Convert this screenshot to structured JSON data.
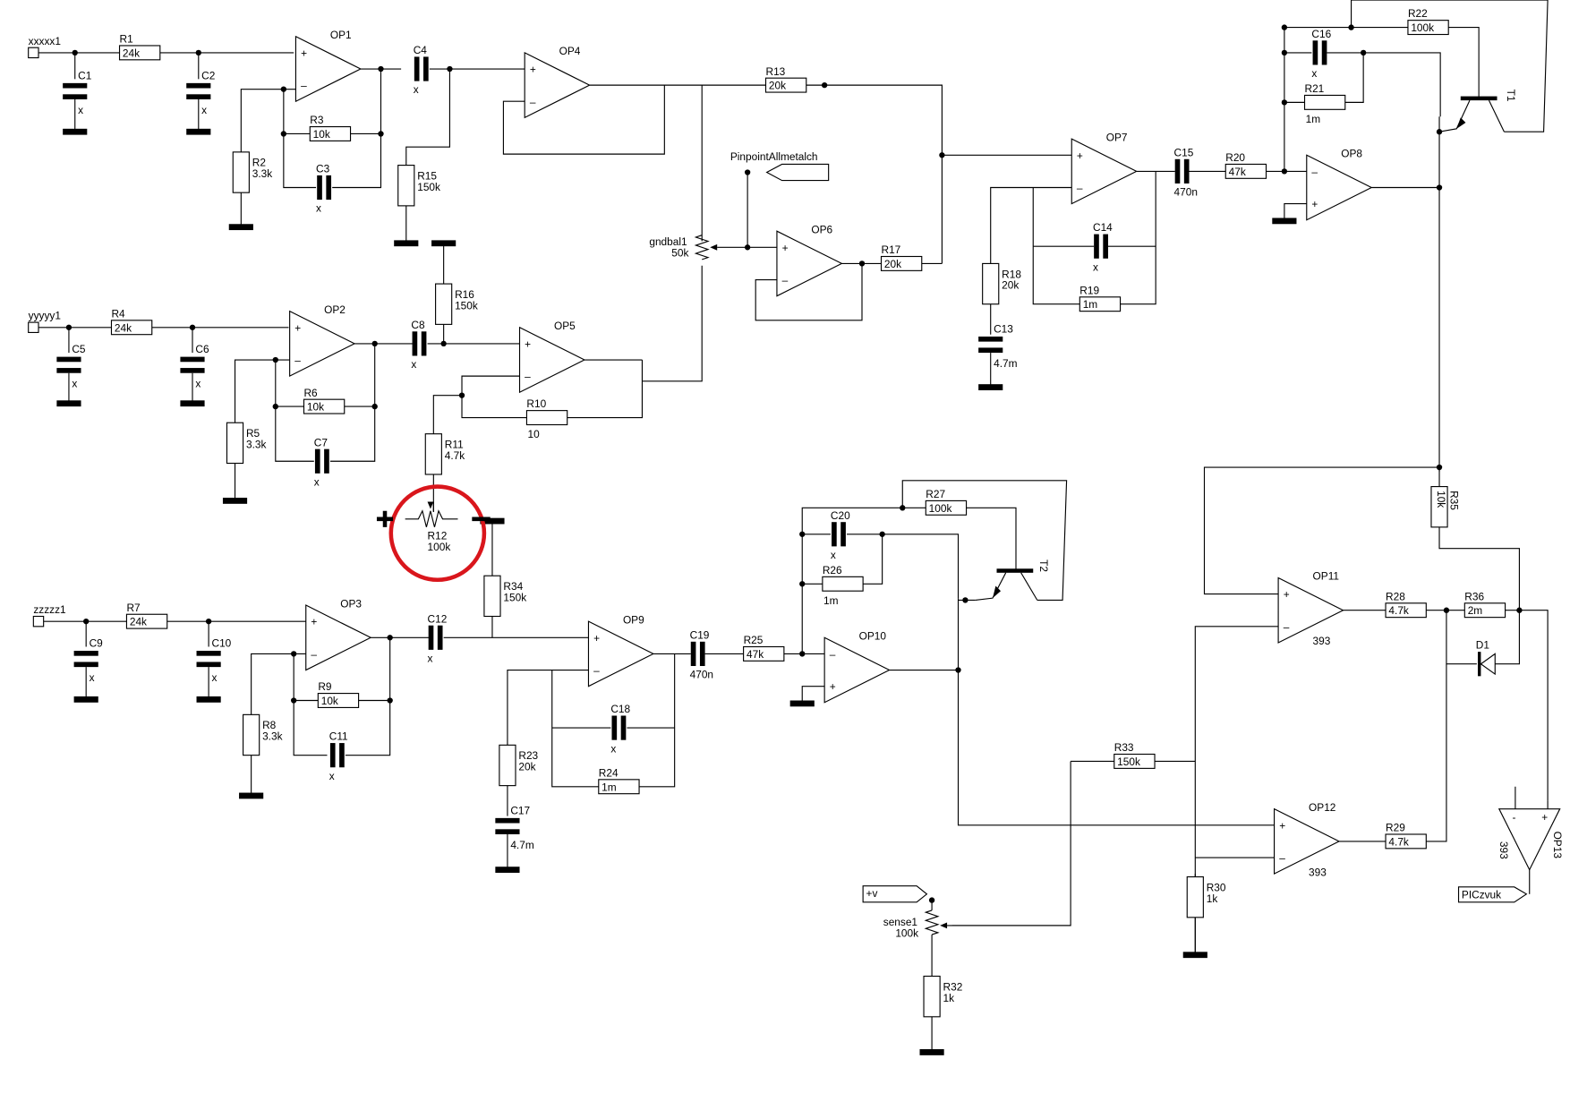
{
  "title": "Metal detector analog front-end schematic",
  "colors": {
    "wire": "#000000",
    "annotation": "#d9161c",
    "background": "#ffffff"
  },
  "inputs": [
    {
      "id": "in1",
      "label": "xxxxx1"
    },
    {
      "id": "in2",
      "label": "yyyyy1"
    },
    {
      "id": "in3",
      "label": "zzzzz1"
    }
  ],
  "net_labels": [
    {
      "id": "pinpoint",
      "label": "PinpointAllmetalch"
    },
    {
      "id": "vplus",
      "label": "+v"
    },
    {
      "id": "piczvuk",
      "label": "PICzvuk"
    }
  ],
  "opamps": [
    {
      "id": "OP1",
      "label": "OP1",
      "part": ""
    },
    {
      "id": "OP2",
      "label": "OP2",
      "part": ""
    },
    {
      "id": "OP3",
      "label": "OP3",
      "part": ""
    },
    {
      "id": "OP4",
      "label": "OP4",
      "part": ""
    },
    {
      "id": "OP5",
      "label": "OP5",
      "part": ""
    },
    {
      "id": "OP6",
      "label": "OP6",
      "part": ""
    },
    {
      "id": "OP7",
      "label": "OP7",
      "part": ""
    },
    {
      "id": "OP8",
      "label": "OP8",
      "part": ""
    },
    {
      "id": "OP9",
      "label": "OP9",
      "part": ""
    },
    {
      "id": "OP10",
      "label": "OP10",
      "part": ""
    },
    {
      "id": "OP11",
      "label": "OP11",
      "part": "393"
    },
    {
      "id": "OP12",
      "label": "OP12",
      "part": "393"
    },
    {
      "id": "OP13",
      "label": "OP13",
      "part": "393"
    }
  ],
  "resistors": [
    {
      "id": "R1",
      "label": "R1",
      "value": "24k"
    },
    {
      "id": "R2",
      "label": "R2",
      "value": "3.3k"
    },
    {
      "id": "R3",
      "label": "R3",
      "value": "10k"
    },
    {
      "id": "R4",
      "label": "R4",
      "value": "24k"
    },
    {
      "id": "R5",
      "label": "R5",
      "value": "3.3k"
    },
    {
      "id": "R6",
      "label": "R6",
      "value": "10k"
    },
    {
      "id": "R7",
      "label": "R7",
      "value": "24k"
    },
    {
      "id": "R8",
      "label": "R8",
      "value": "3.3k"
    },
    {
      "id": "R9",
      "label": "R9",
      "value": "10k"
    },
    {
      "id": "R10",
      "label": "R10",
      "value": "10"
    },
    {
      "id": "R11",
      "label": "R11",
      "value": "4.7k"
    },
    {
      "id": "R13",
      "label": "R13",
      "value": "20k"
    },
    {
      "id": "R15",
      "label": "R15",
      "value": "150k"
    },
    {
      "id": "R16",
      "label": "R16",
      "value": "150k"
    },
    {
      "id": "R17",
      "label": "R17",
      "value": "20k"
    },
    {
      "id": "R18",
      "label": "R18",
      "value": "20k"
    },
    {
      "id": "R19",
      "label": "R19",
      "value": "1m"
    },
    {
      "id": "R20",
      "label": "R20",
      "value": "47k"
    },
    {
      "id": "R21",
      "label": "R21",
      "value": "1m"
    },
    {
      "id": "R22",
      "label": "R22",
      "value": "100k"
    },
    {
      "id": "R23",
      "label": "R23",
      "value": "20k"
    },
    {
      "id": "R24",
      "label": "R24",
      "value": "1m"
    },
    {
      "id": "R25",
      "label": "R25",
      "value": "47k"
    },
    {
      "id": "R26",
      "label": "R26",
      "value": "1m"
    },
    {
      "id": "R27",
      "label": "R27",
      "value": "100k"
    },
    {
      "id": "R28",
      "label": "R28",
      "value": "4.7k"
    },
    {
      "id": "R29",
      "label": "R29",
      "value": "4.7k"
    },
    {
      "id": "R30",
      "label": "R30",
      "value": "1k"
    },
    {
      "id": "R32",
      "label": "R32",
      "value": "1k"
    },
    {
      "id": "R33",
      "label": "R33",
      "value": "150k"
    },
    {
      "id": "R34",
      "label": "R34",
      "value": "150k"
    },
    {
      "id": "R35",
      "label": "R35",
      "value": "10k"
    },
    {
      "id": "R36",
      "label": "R36",
      "value": "2m"
    }
  ],
  "capacitors": [
    {
      "id": "C1",
      "label": "C1",
      "value": "x"
    },
    {
      "id": "C2",
      "label": "C2",
      "value": "x"
    },
    {
      "id": "C3",
      "label": "C3",
      "value": "x"
    },
    {
      "id": "C4",
      "label": "C4",
      "value": "x"
    },
    {
      "id": "C5",
      "label": "C5",
      "value": "x"
    },
    {
      "id": "C6",
      "label": "C6",
      "value": "x"
    },
    {
      "id": "C7",
      "label": "C7",
      "value": "x"
    },
    {
      "id": "C8",
      "label": "C8",
      "value": "x"
    },
    {
      "id": "C9",
      "label": "C9",
      "value": "x"
    },
    {
      "id": "C10",
      "label": "C10",
      "value": "x"
    },
    {
      "id": "C11",
      "label": "C11",
      "value": "x"
    },
    {
      "id": "C12",
      "label": "C12",
      "value": "x"
    },
    {
      "id": "C13",
      "label": "C13",
      "value": "4.7m"
    },
    {
      "id": "C14",
      "label": "C14",
      "value": "x"
    },
    {
      "id": "C15",
      "label": "C15",
      "value": "470n"
    },
    {
      "id": "C16",
      "label": "C16",
      "value": "x"
    },
    {
      "id": "C17",
      "label": "C17",
      "value": "4.7m"
    },
    {
      "id": "C18",
      "label": "C18",
      "value": "x"
    },
    {
      "id": "C19",
      "label": "C19",
      "value": "470n"
    },
    {
      "id": "C20",
      "label": "C20",
      "value": "x"
    }
  ],
  "potentiometers": [
    {
      "id": "gndbal1",
      "label": "gndbal1",
      "value": "50k"
    },
    {
      "id": "sense1",
      "label": "sense1",
      "value": "100k"
    },
    {
      "id": "R12",
      "label": "R12",
      "value": "100k",
      "highlighted": true
    }
  ],
  "transistors": [
    {
      "id": "T1",
      "label": "T1"
    },
    {
      "id": "T2",
      "label": "T2"
    }
  ],
  "diodes": [
    {
      "id": "D1",
      "label": "D1"
    }
  ],
  "annotation": {
    "plus_sign": "+",
    "minus_sign": "−",
    "note": "R12 circled in red"
  }
}
